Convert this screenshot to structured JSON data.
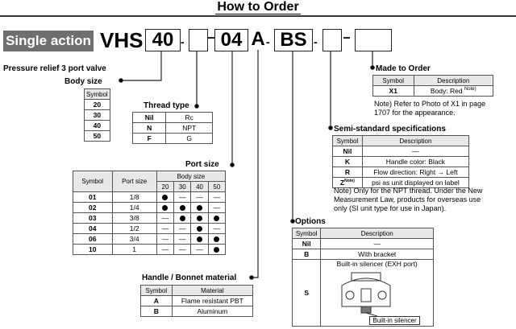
{
  "title": "How to Order",
  "series_label": "Single action",
  "model_prefix": "VHS",
  "boxes": {
    "body": "40",
    "dash1": "-",
    "port": "04",
    "option": "A",
    "dash2": "-",
    "handle": "BS",
    "dash3": "-"
  },
  "valve_desc": "Pressure relief 3 port valve",
  "body_size": {
    "label": "Body size",
    "header": "Symbol",
    "rows": [
      "20",
      "30",
      "40",
      "50"
    ]
  },
  "thread_type": {
    "label": "Thread type",
    "rows": [
      [
        "Nil",
        "Rc"
      ],
      [
        "N",
        "NPT"
      ],
      [
        "F",
        "G"
      ]
    ]
  },
  "port_size": {
    "label": "Port size",
    "headers": {
      "symbol": "Symbol",
      "port": "Port size",
      "body": "Body size"
    },
    "body_sizes": [
      "20",
      "30",
      "40",
      "50"
    ],
    "rows": [
      {
        "sym": "01",
        "size": "1/8",
        "marks": [
          "dot",
          "—",
          "—",
          "—"
        ]
      },
      {
        "sym": "02",
        "size": "1/4",
        "marks": [
          "dot",
          "dot",
          "dot",
          "—"
        ]
      },
      {
        "sym": "03",
        "size": "3/8",
        "marks": [
          "—",
          "dot",
          "dot",
          "dot"
        ]
      },
      {
        "sym": "04",
        "size": "1/2",
        "marks": [
          "—",
          "—",
          "dot",
          "—"
        ]
      },
      {
        "sym": "06",
        "size": "3/4",
        "marks": [
          "—",
          "—",
          "dot",
          "dot"
        ]
      },
      {
        "sym": "10",
        "size": "1",
        "marks": [
          "—",
          "—",
          "—",
          "dot"
        ]
      }
    ]
  },
  "handle": {
    "label": "Handle / Bonnet material",
    "headers": [
      "Symbol",
      "Material"
    ],
    "rows": [
      [
        "A",
        "Flame resistant PBT"
      ],
      [
        "B",
        "Aluminum"
      ]
    ]
  },
  "made_to_order": {
    "label": "Made to Order",
    "headers": [
      "Symbol",
      "Description"
    ],
    "rows": [
      [
        "X1",
        "Body: Red",
        "Note)"
      ]
    ],
    "note": "Note) Refer to Photo of X1 in page 1707 for the appearance."
  },
  "semi_standard": {
    "label": "Semi-standard specifications",
    "headers": [
      "Symbol",
      "Description"
    ],
    "rows": [
      [
        "Nil",
        "—"
      ],
      [
        "K",
        "Handle color: Black"
      ],
      [
        "R",
        "Flow direction: Right → Left"
      ],
      [
        "Z",
        "psi as unit displayed on label"
      ]
    ],
    "z_note": "Note)",
    "note": "Note) Only for the NPT thread. Under the New Measurement Law, products for overseas use only (SI unit type for use in Japan)."
  },
  "options": {
    "label": "Options",
    "headers": [
      "Symbol",
      "Description"
    ],
    "rows": [
      [
        "Nil",
        "—"
      ],
      [
        "B",
        "With bracket"
      ],
      [
        "S",
        "Built-in silencer (EXH port)"
      ]
    ],
    "callout": "Built-in silencer"
  },
  "icons": {
    "dot": "filled-circle"
  }
}
